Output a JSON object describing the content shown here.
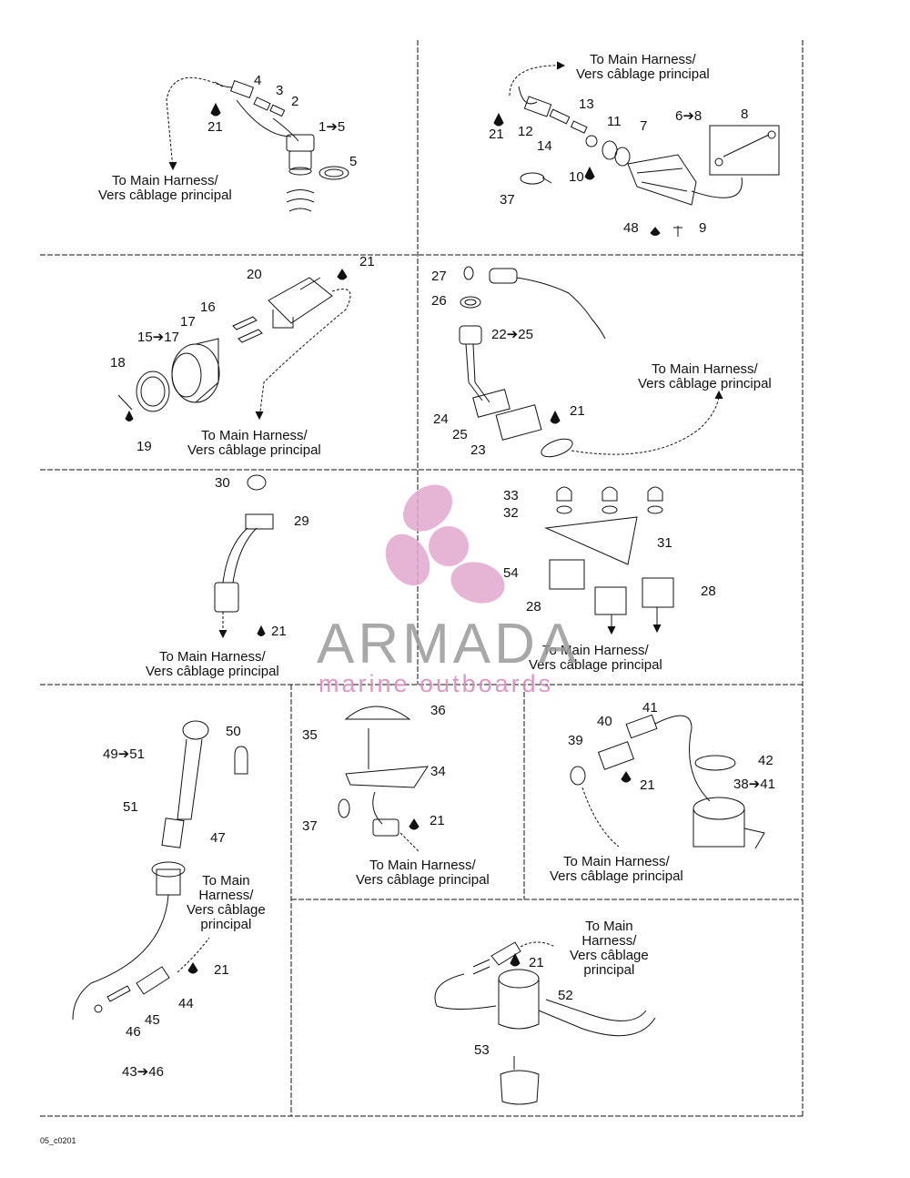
{
  "note_text": {
    "harness_en": "To Main Harness/",
    "harness_fr": "Vers câblage principal",
    "harness_short_1": "To Main",
    "harness_short_2": "Harness/",
    "harness_short_3": "Vers câblage",
    "harness_short_4": "principal"
  },
  "watermark": {
    "brand": "ARMADA",
    "tagline": "marine outboards",
    "brand_color": "#9a9a9a",
    "accent_color": "#d98cbf"
  },
  "doc_id": "05_c0201",
  "callouts": {
    "p1": [
      "4",
      "3",
      "2",
      "1➔5",
      "5",
      "21"
    ],
    "p2": [
      "13",
      "11",
      "7",
      "6➔8",
      "8",
      "21",
      "12",
      "14",
      "10",
      "37",
      "48",
      "9"
    ],
    "p3": [
      "20",
      "21",
      "16",
      "17",
      "15➔17",
      "18",
      "19"
    ],
    "p4": [
      "27",
      "26",
      "22➔25",
      "24",
      "25",
      "23",
      "21"
    ],
    "p5": [
      "30",
      "29",
      "21"
    ],
    "p6": [
      "33",
      "32",
      "31",
      "54",
      "28",
      "28"
    ],
    "p7": [
      "50",
      "49➔51",
      "51",
      "47",
      "21",
      "44",
      "45",
      "46",
      "43➔46"
    ],
    "p8": [
      "36",
      "35",
      "34",
      "37",
      "21"
    ],
    "p9": [
      "41",
      "40",
      "39",
      "21",
      "42",
      "38➔41"
    ],
    "p10": [
      "21",
      "52",
      "53"
    ]
  }
}
